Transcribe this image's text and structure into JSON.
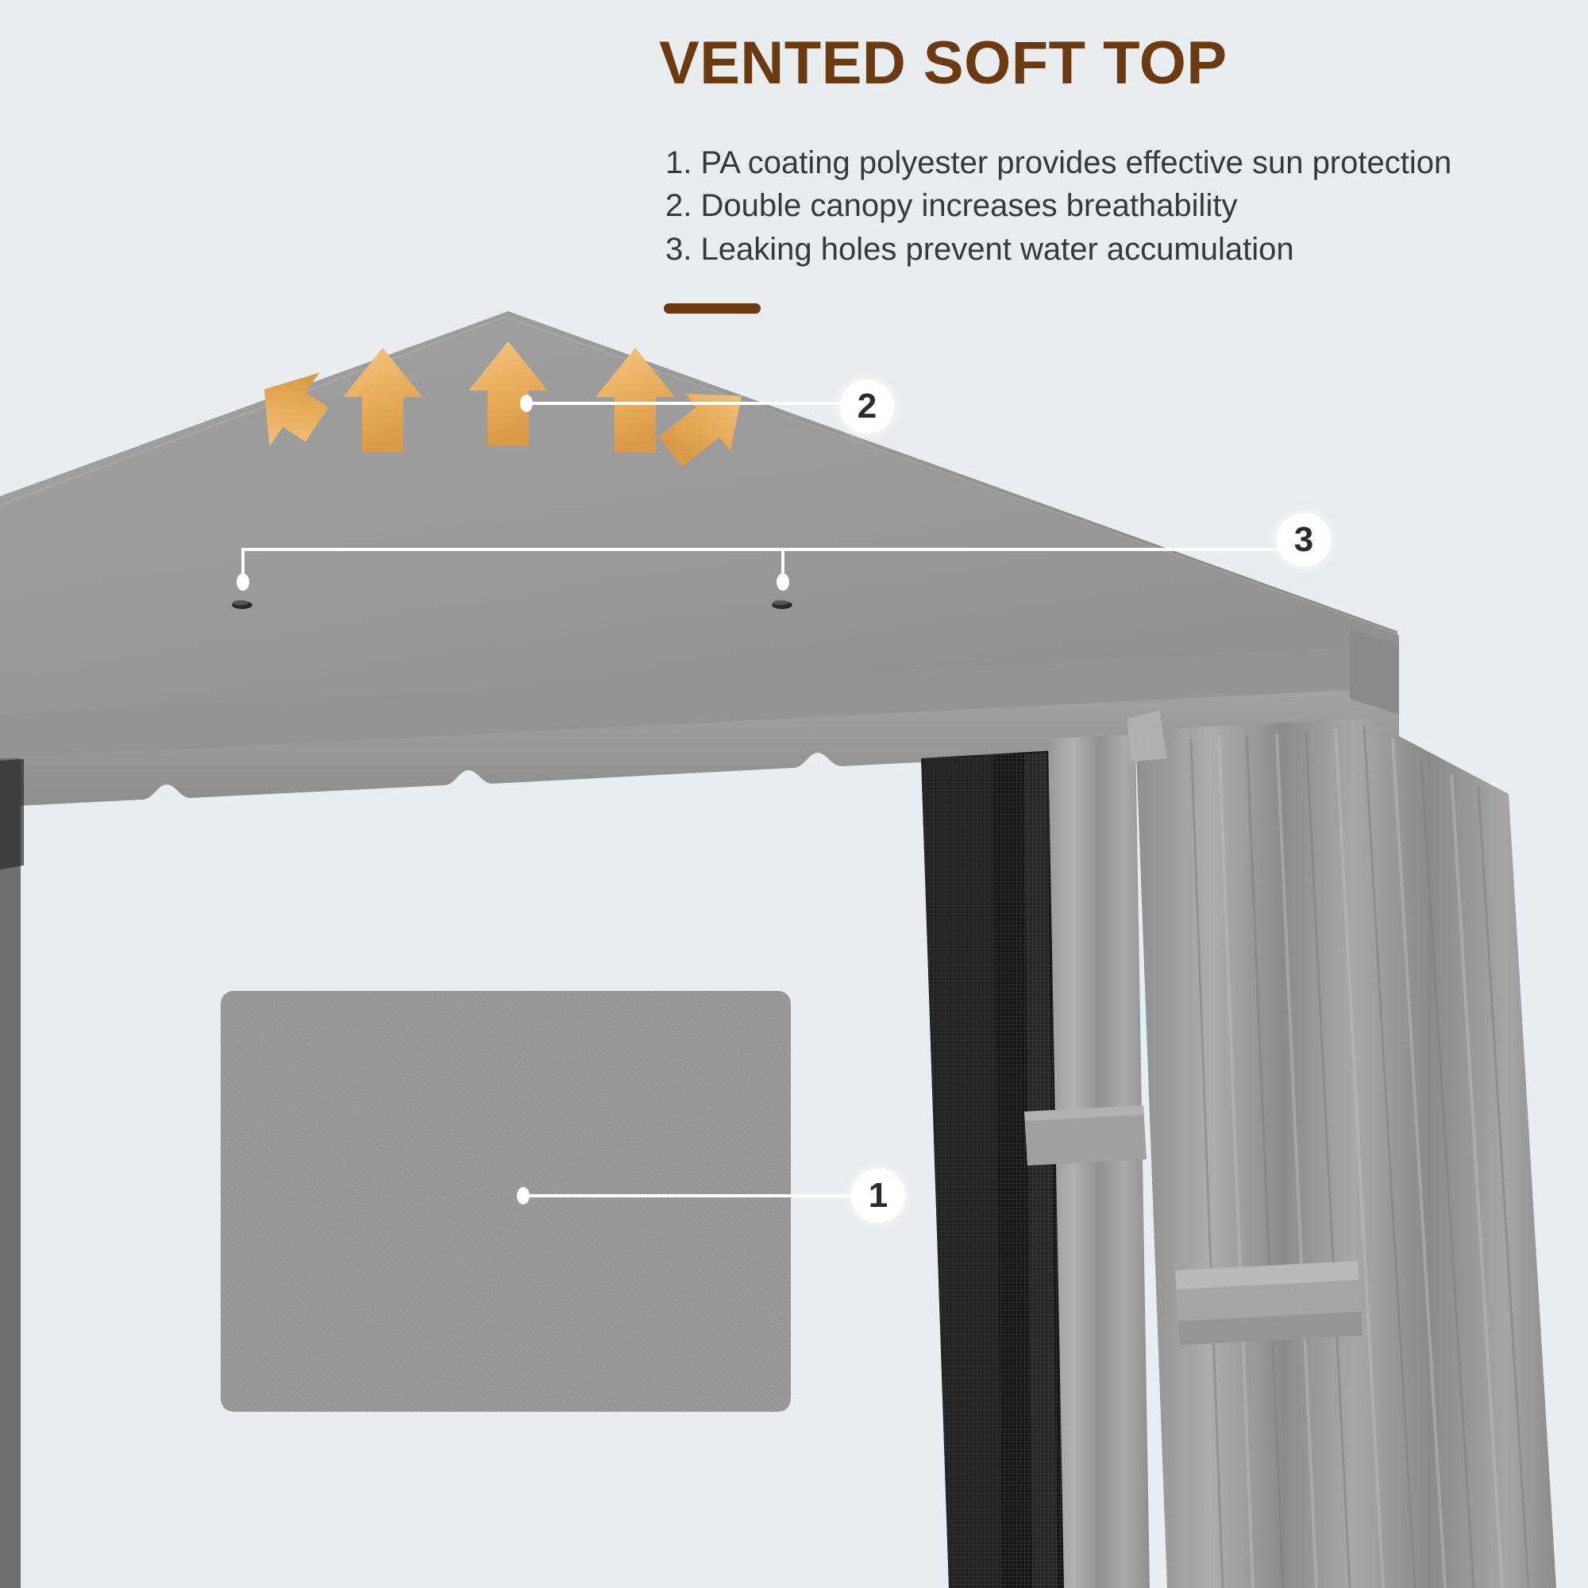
{
  "page": {
    "background_color": "#e8edf0",
    "title": "VENTED SOFT TOP",
    "title_color": "#6b3a10",
    "accent_color": "#6b3a10",
    "body_text_color": "#36393b"
  },
  "features": [
    {
      "number": "1.",
      "text": "PA coating polyester provides effective sun protection"
    },
    {
      "number": "2.",
      "text": "Double canopy increases breathability"
    },
    {
      "number": "3.",
      "text": "Leaking holes prevent water accumulation"
    }
  ],
  "callouts": [
    {
      "id": "1",
      "label": "1",
      "target": "fabric-swatch"
    },
    {
      "id": "2",
      "label": "2",
      "target": "roof-vent"
    },
    {
      "id": "3",
      "label": "3",
      "target": "leaking-holes"
    }
  ],
  "product": {
    "canopy_color": "#9a9a9a",
    "canopy_top_color": "#8e8e8e",
    "mesh_color": "#1c1c1c",
    "curtain_color": "#9b9b9b",
    "vent_arrow_color": "#edb464",
    "vent_arrow_count": 5
  },
  "swatch": {
    "name": "fabric-swatch",
    "color": "#9c9c9c"
  }
}
